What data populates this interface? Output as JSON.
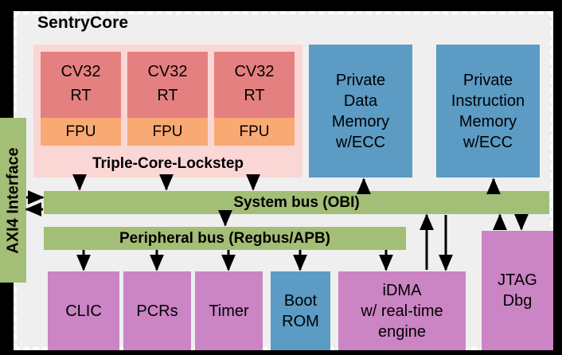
{
  "chip": {
    "title": "SentryCore",
    "frame_style": "dashed"
  },
  "axi": {
    "label": "AXI4 Interface",
    "color": "#a3be76"
  },
  "lockstep": {
    "label": "Triple-Core-Lockstep",
    "container_color": "#fad6d4",
    "cores": [
      {
        "name": "CV32",
        "sub": "RT",
        "fpu": "FPU"
      },
      {
        "name": "CV32",
        "sub": "RT",
        "fpu": "FPU"
      },
      {
        "name": "CV32",
        "sub": "RT",
        "fpu": "FPU"
      }
    ],
    "core_color": "#e58080",
    "fpu_color": "#f9a974"
  },
  "memories": [
    {
      "line1": "Private",
      "line2": "Data",
      "line3": "Memory",
      "line4": "w/ECC"
    },
    {
      "line1": "Private",
      "line2": "Instruction",
      "line3": "Memory",
      "line4": "w/ECC"
    }
  ],
  "memory_color": "#5b9bc4",
  "buses": {
    "system": "System bus (OBI)",
    "peripheral": "Peripheral bus (Regbus/APB)",
    "color": "#a3be76"
  },
  "peripherals": [
    {
      "line1": "CLIC",
      "line2": "",
      "line3": "",
      "color": "#cb84c4"
    },
    {
      "line1": "PCRs",
      "line2": "",
      "line3": "",
      "color": "#cb84c4"
    },
    {
      "line1": "Timer",
      "line2": "",
      "line3": "",
      "color": "#cb84c4"
    },
    {
      "line1": "Boot",
      "line2": "ROM",
      "line3": "",
      "color": "#5b9bc4"
    },
    {
      "line1": "iDMA",
      "line2": "w/ real-time",
      "line3": "engine",
      "color": "#cb84c4"
    },
    {
      "line1": "JTAG",
      "line2": "Dbg",
      "line3": "",
      "color": "#cb84c4"
    }
  ],
  "colors": {
    "background": "#000000",
    "chip_fill": "#efefef",
    "accent_green": "#a3be76",
    "accent_blue": "#5b9bc4",
    "accent_purple": "#cb84c4",
    "accent_red": "#e58080",
    "accent_orange": "#f9a974",
    "accent_pink": "#fad6d4",
    "arrow": "#000000"
  }
}
